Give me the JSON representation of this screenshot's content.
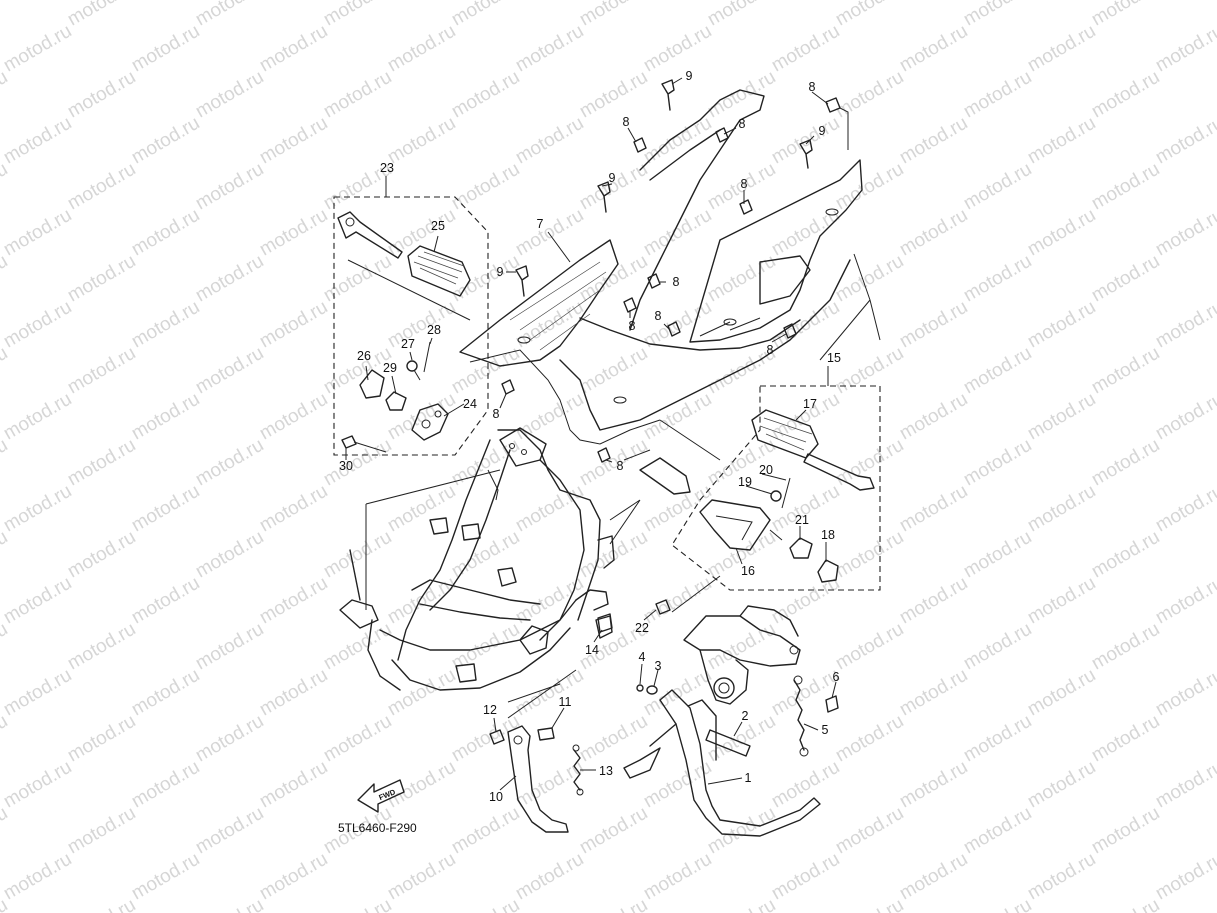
{
  "watermark": {
    "text": "motod.ru"
  },
  "diagram_code": "5TL6460-F290",
  "fwd_label": "FWD",
  "callouts": {
    "c1": "1",
    "c2": "2",
    "c3": "3",
    "c4": "4",
    "c5": "5",
    "c6": "6",
    "c7": "7",
    "c8": "8",
    "c9": "9",
    "c10": "10",
    "c11": "11",
    "c12": "12",
    "c13": "13",
    "c14": "14",
    "c15": "15",
    "c16": "16",
    "c17": "17",
    "c18": "18",
    "c19": "19",
    "c20": "20",
    "c21": "21",
    "c22": "22",
    "c23": "23",
    "c24": "24",
    "c25": "25",
    "c26": "26",
    "c27": "27",
    "c28": "28",
    "c29": "29",
    "c30": "30"
  }
}
